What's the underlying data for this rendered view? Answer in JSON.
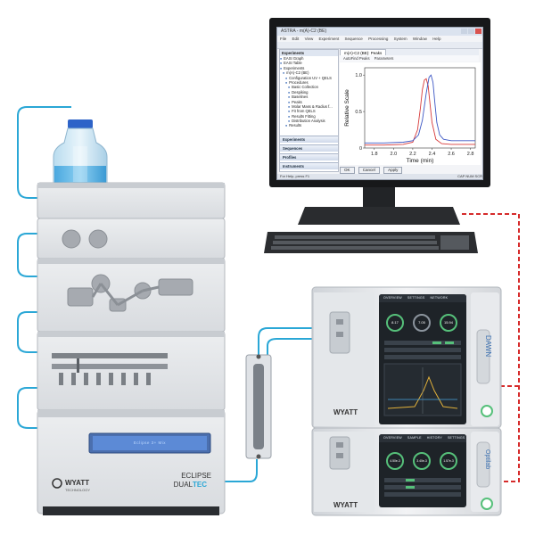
{
  "software": {
    "title": "ASTRA - m(A)-C2 (BE)",
    "menu": [
      "File",
      "Edit",
      "View",
      "Experiment",
      "Sequence",
      "Processing",
      "System",
      "Window",
      "Help"
    ],
    "tree_header": "Experiments",
    "tree_items": [
      "EASI Graph",
      "EASI Table",
      "Experiments",
      "m(A)-C2 (BE)",
      "Configuration UV + QELS",
      "Procedures",
      "Basic Collection",
      "Despiking",
      "Baselines",
      "Peaks",
      "Molar Mass & Radius f...",
      "Fit from QELS",
      "Results Fitting",
      "Distribution Analysis",
      "Results"
    ],
    "sections": [
      "Experiments",
      "Sequences",
      "Profiles",
      "Instruments"
    ],
    "tab_label": "m(A)-C2 (BE): Peaks",
    "toolbar": [
      "AutoFind Peaks",
      "Parameters"
    ],
    "buttons": [
      "OK",
      "Cancel",
      "Apply"
    ],
    "status_left": "For Help, press F1",
    "status_right": "CAP  NUM  SCR"
  },
  "chart_data": {
    "type": "line",
    "xlabel": "Time (min)",
    "ylabel": "Relative Scale",
    "xlim": [
      1.7,
      2.85
    ],
    "ylim": [
      0,
      1.1
    ],
    "xticks": [
      "1.8",
      "2.0",
      "2.2",
      "2.4",
      "2.6",
      "2.8"
    ],
    "yticks": [
      "0",
      "0.5",
      "1.0"
    ],
    "series": [
      {
        "color": "#d73a3a",
        "x": [
          1.7,
          1.9,
          2.1,
          2.2,
          2.25,
          2.28,
          2.3,
          2.32,
          2.34,
          2.36,
          2.38,
          2.4,
          2.44,
          2.5,
          2.6,
          2.7,
          2.85
        ],
        "y": [
          0.04,
          0.04,
          0.05,
          0.08,
          0.25,
          0.55,
          0.8,
          0.93,
          0.95,
          0.85,
          0.6,
          0.35,
          0.12,
          0.06,
          0.05,
          0.05,
          0.05
        ]
      },
      {
        "color": "#3d57c4",
        "x": [
          1.7,
          1.9,
          2.1,
          2.2,
          2.26,
          2.3,
          2.34,
          2.37,
          2.39,
          2.41,
          2.43,
          2.45,
          2.48,
          2.52,
          2.6,
          2.7,
          2.85
        ],
        "y": [
          0.07,
          0.07,
          0.08,
          0.1,
          0.18,
          0.38,
          0.75,
          0.97,
          1.0,
          0.9,
          0.62,
          0.35,
          0.18,
          0.12,
          0.1,
          0.1,
          0.1
        ]
      }
    ]
  },
  "pump": {
    "lcd_text": "Eclipse 3+ Mix",
    "brand": "WYATT",
    "brand_sub": "TECHNOLOGY",
    "model": "ECLIPSE",
    "model_sub_a": "DUAL",
    "model_sub_b": "TEC"
  },
  "detector_top": {
    "brand": "WYATT",
    "side_label": "DAWN",
    "tabs": [
      "OVERVIEW",
      "SETTINGS",
      "NETWORK"
    ],
    "dial_values": [
      "8.17",
      "7.05",
      "15.94"
    ]
  },
  "detector_bottom": {
    "brand": "WYATT",
    "side_label": "Optilab",
    "tabs": [
      "OVERVIEW",
      "SAMPLE",
      "HISTORY",
      "SETTINGS"
    ],
    "dial_values": [
      "4.50e-3",
      "3.40e-3",
      "1.57e-3"
    ]
  },
  "colors": {
    "cable": "#2aa7d6",
    "signal": "#d62b2b",
    "panel": "#dfe2e6",
    "screen": "#1e2328",
    "accent_green": "#56c07a"
  }
}
